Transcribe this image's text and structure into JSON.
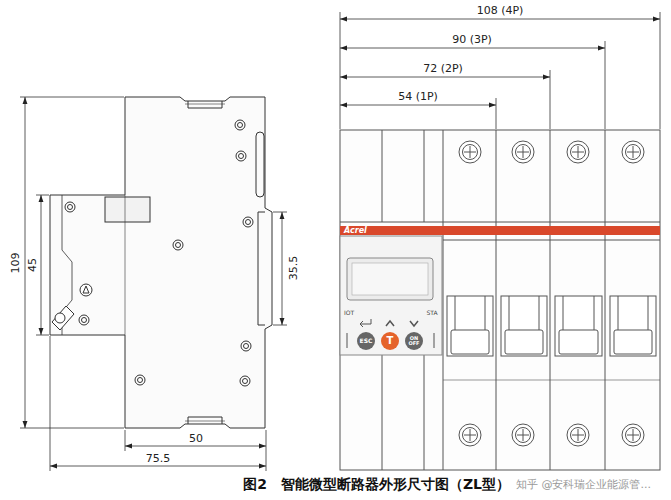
{
  "diagram": {
    "caption": "图2　智能微型断路器外形尺寸图（ZL型）",
    "nodes": [
      {
        "text": [
          "Acrel"
        ]
      },
      {
        "text": [
          "ESC"
        ]
      },
      {
        "text": [
          "T"
        ]
      },
      {
        "text": [
          "ON OFF"
        ]
      }
    ],
    "labels": [
      "109",
      "45",
      "35.5",
      "50",
      "75.5",
      "108 (4P)",
      "90 (3P)",
      "72 (2P)",
      "54 (1P)",
      "IOT",
      "STA",
      "知乎 @安科瑞企业能源管..."
    ]
  }
}
